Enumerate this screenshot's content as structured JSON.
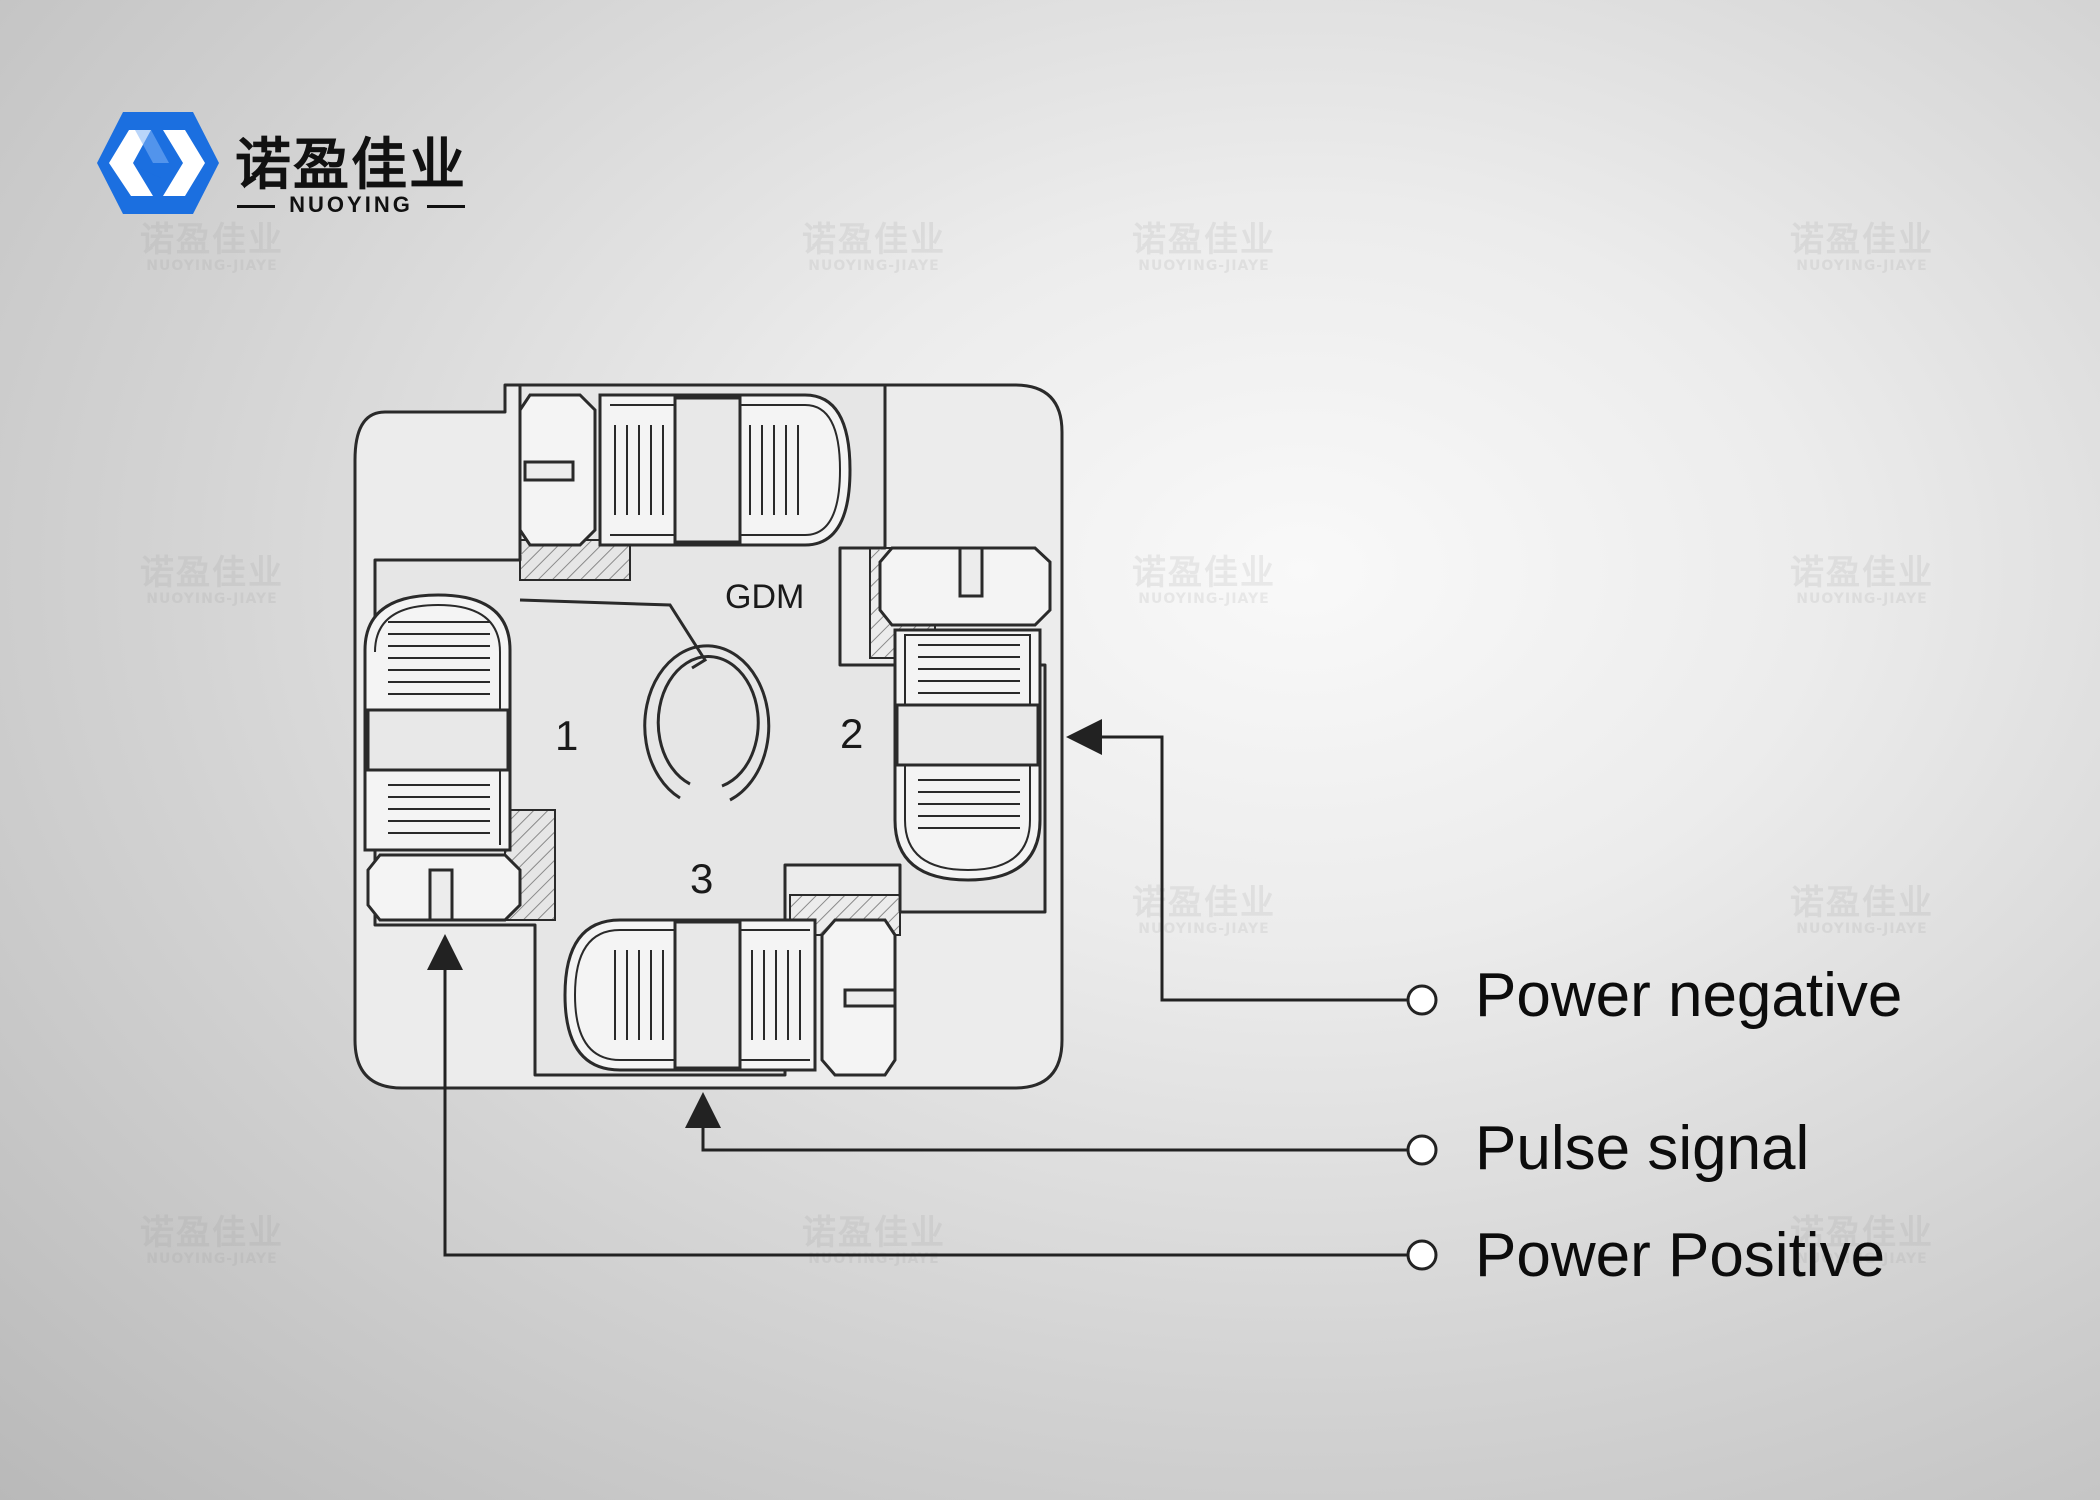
{
  "brand": {
    "name_cn": "诺盈佳业",
    "name_en": "NUOYING",
    "logo_color": "#1b6fe0"
  },
  "watermark": {
    "text_cn": "诺盈佳业",
    "text_en": "NUOYING-JIAYE"
  },
  "diagram": {
    "model_label": "GDM",
    "terminals": [
      {
        "id": "1",
        "label": "1"
      },
      {
        "id": "2",
        "label": "2"
      },
      {
        "id": "3",
        "label": "3"
      }
    ],
    "connections": [
      {
        "terminal": "2",
        "label": "Power negative"
      },
      {
        "terminal": "3",
        "label": "Pulse signal"
      },
      {
        "terminal": "1",
        "label": "Power Positive"
      }
    ]
  }
}
